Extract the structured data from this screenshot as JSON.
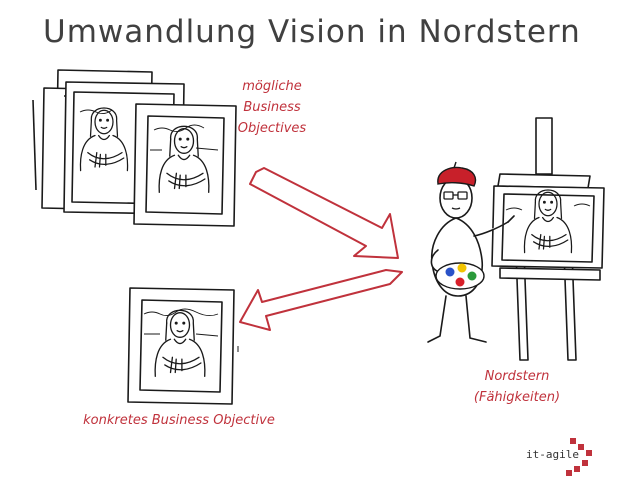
{
  "title": "Umwandlung Vision in Nordstern",
  "labels": {
    "possible_objectives": [
      "mögliche",
      "Business",
      "Objectives"
    ],
    "north_star": [
      "Nordstern",
      "(Fähigkeiten)"
    ],
    "concrete_objective": "konkretes Business Objective"
  },
  "logo": {
    "text": "it-agile"
  },
  "colors": {
    "ink": "#1a1a1a",
    "accent_red": "#c0323c",
    "title_gray": "#404040",
    "beret_red": "#c8202a",
    "palette_blue": "#2a52c8",
    "palette_yellow": "#f2c400",
    "palette_green": "#2a9a3a",
    "palette_red": "#d8202a"
  },
  "icons": [
    "painting-stack-icon",
    "arrow-right-icon",
    "arrow-left-icon",
    "single-painting-icon",
    "painter-with-easel-icon",
    "it-agile-logo-icon"
  ]
}
